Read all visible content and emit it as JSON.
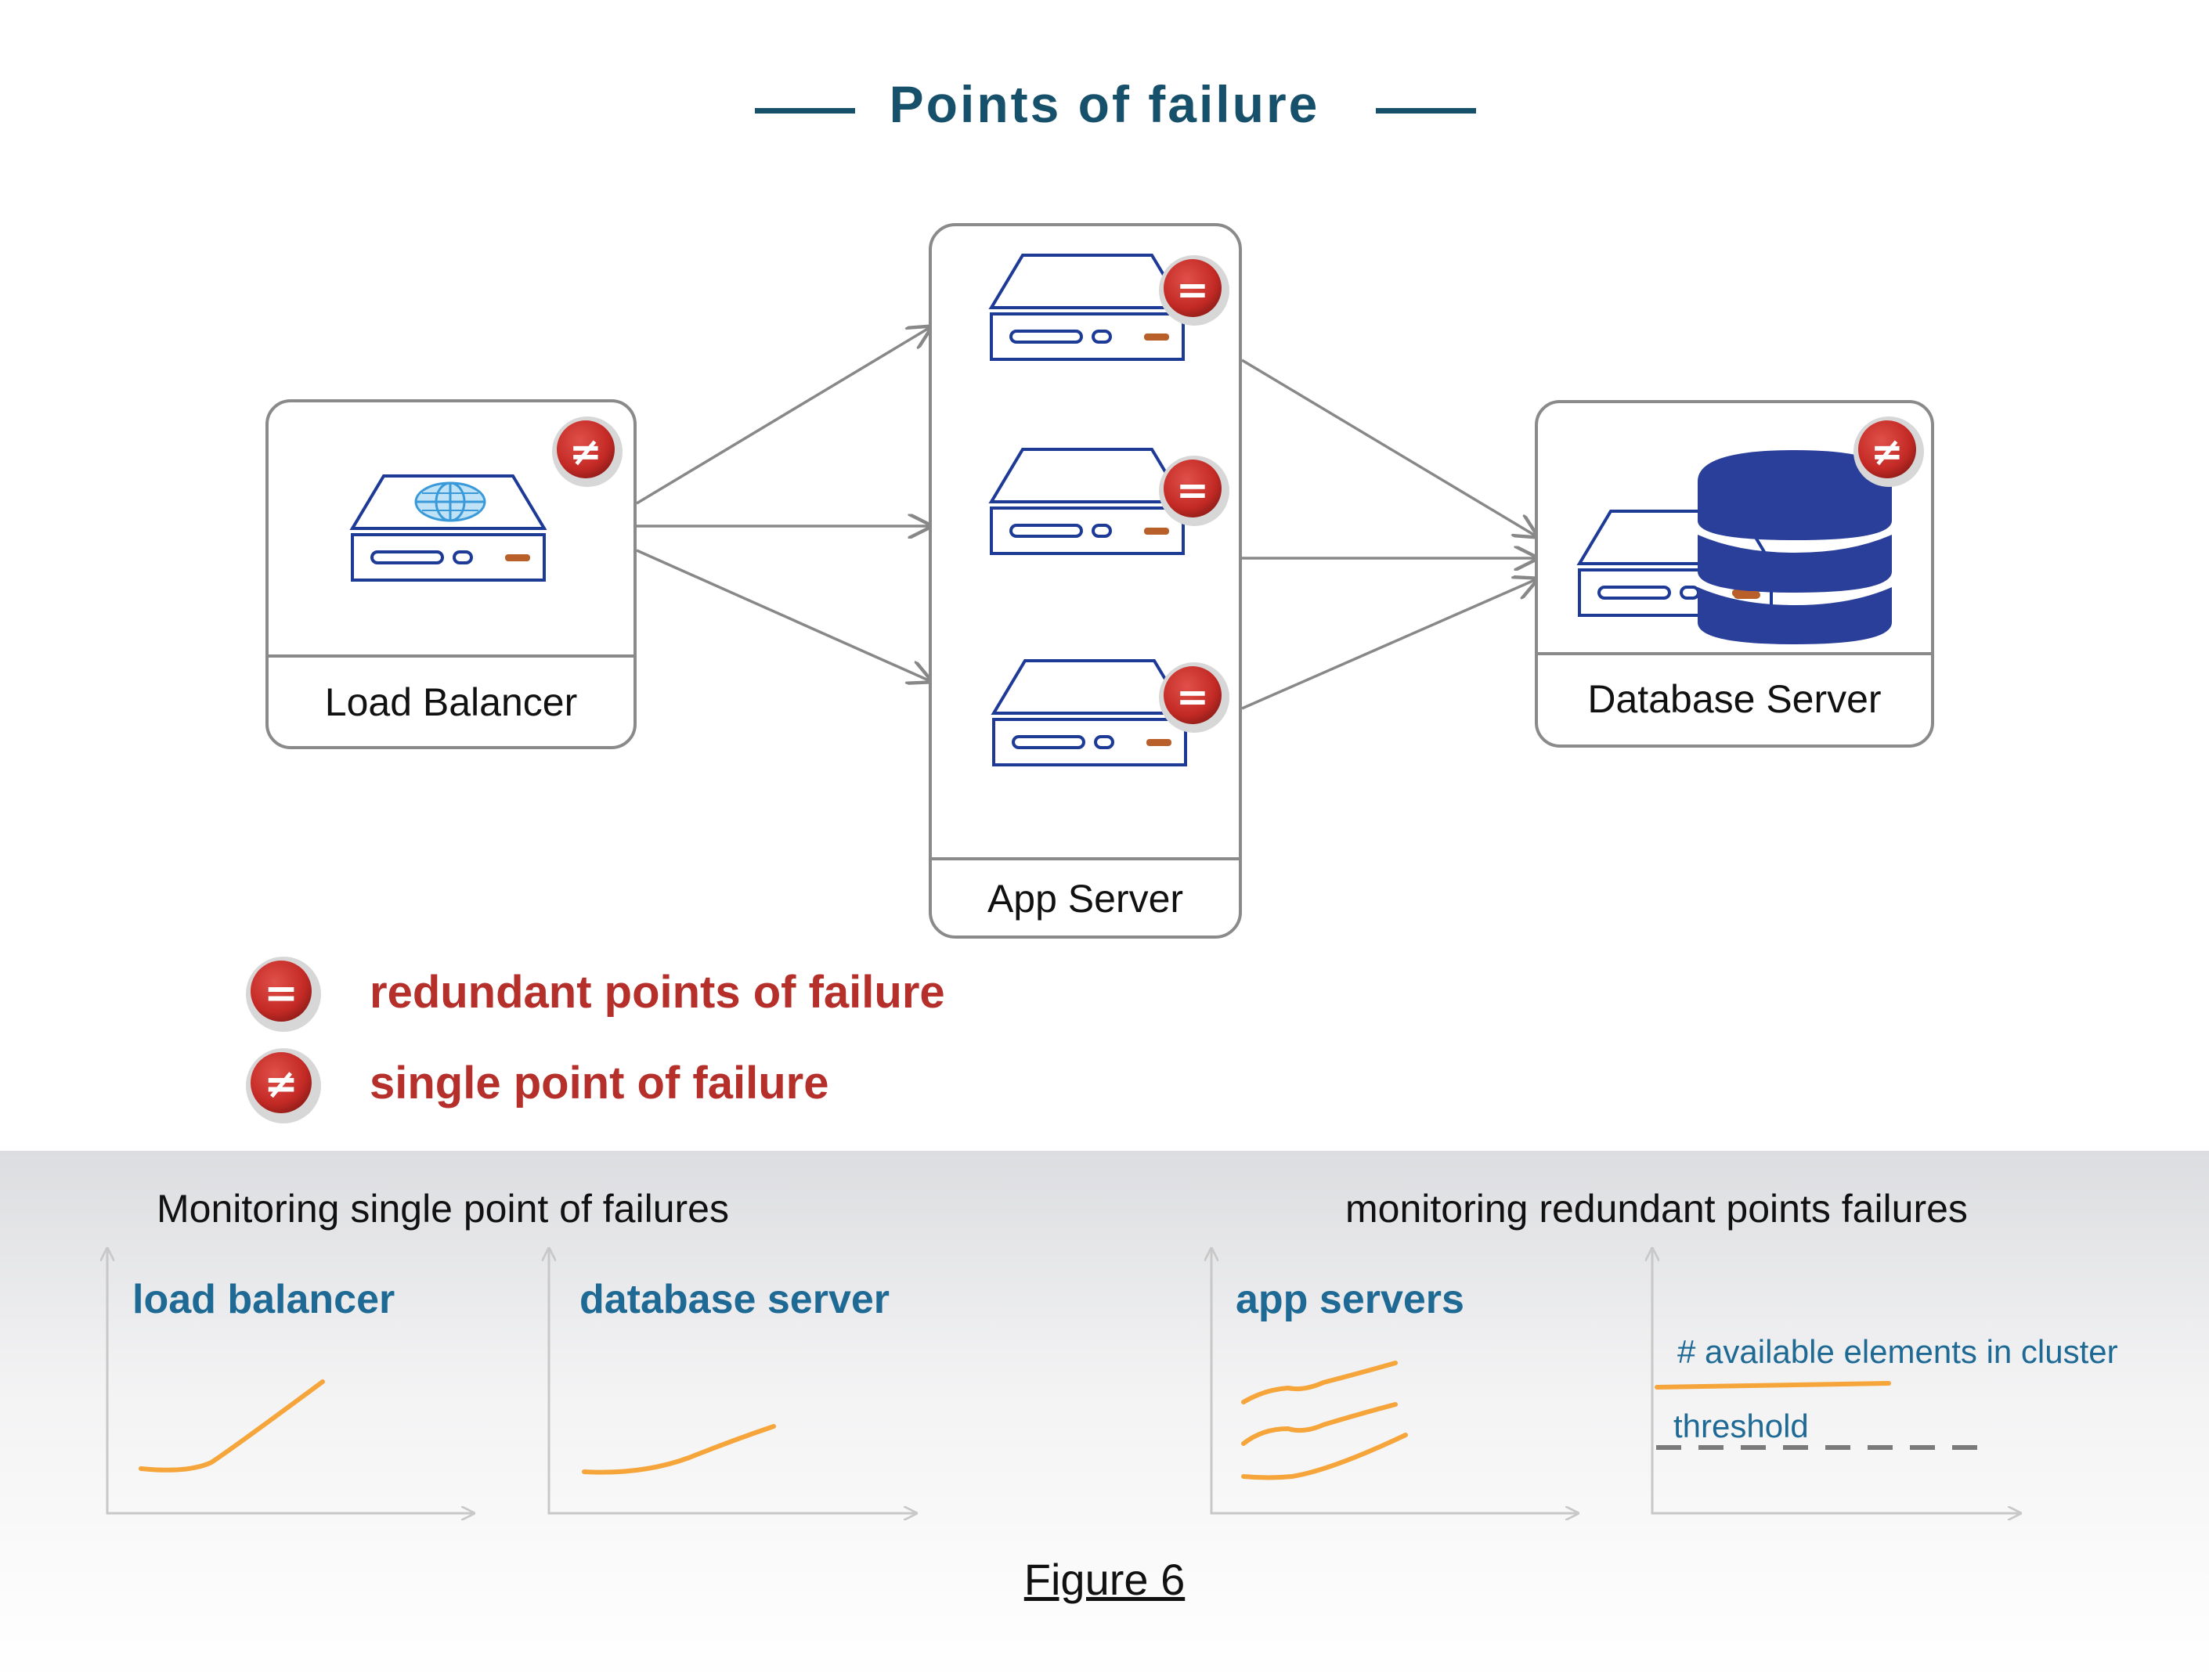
{
  "title": "Points of failure",
  "nodes": {
    "load_balancer": "Load Balancer",
    "app_server": "App Server",
    "database_server": "Database Server"
  },
  "legend": {
    "redundant": "redundant points of failure",
    "single": "single point of failure",
    "redundant_symbol": "=",
    "single_symbol": "≠"
  },
  "monitoring": {
    "single_heading": "Monitoring single point of failures",
    "redundant_heading": "monitoring redundant points failures",
    "charts": {
      "load_balancer": "load balancer",
      "database_server": "database server",
      "app_servers": "app servers",
      "available_label": "# available elements in cluster",
      "threshold_label": "threshold"
    }
  },
  "caption": "Figure 6",
  "colors": {
    "title": "#17506b",
    "badge_red": "#c9302c",
    "server_blue": "#1d3a97",
    "db_blue": "#2a3f9a",
    "accent_orange": "#f5a53a",
    "chart_text_blue": "#1f6a95",
    "legend_red": "#b5302b"
  }
}
